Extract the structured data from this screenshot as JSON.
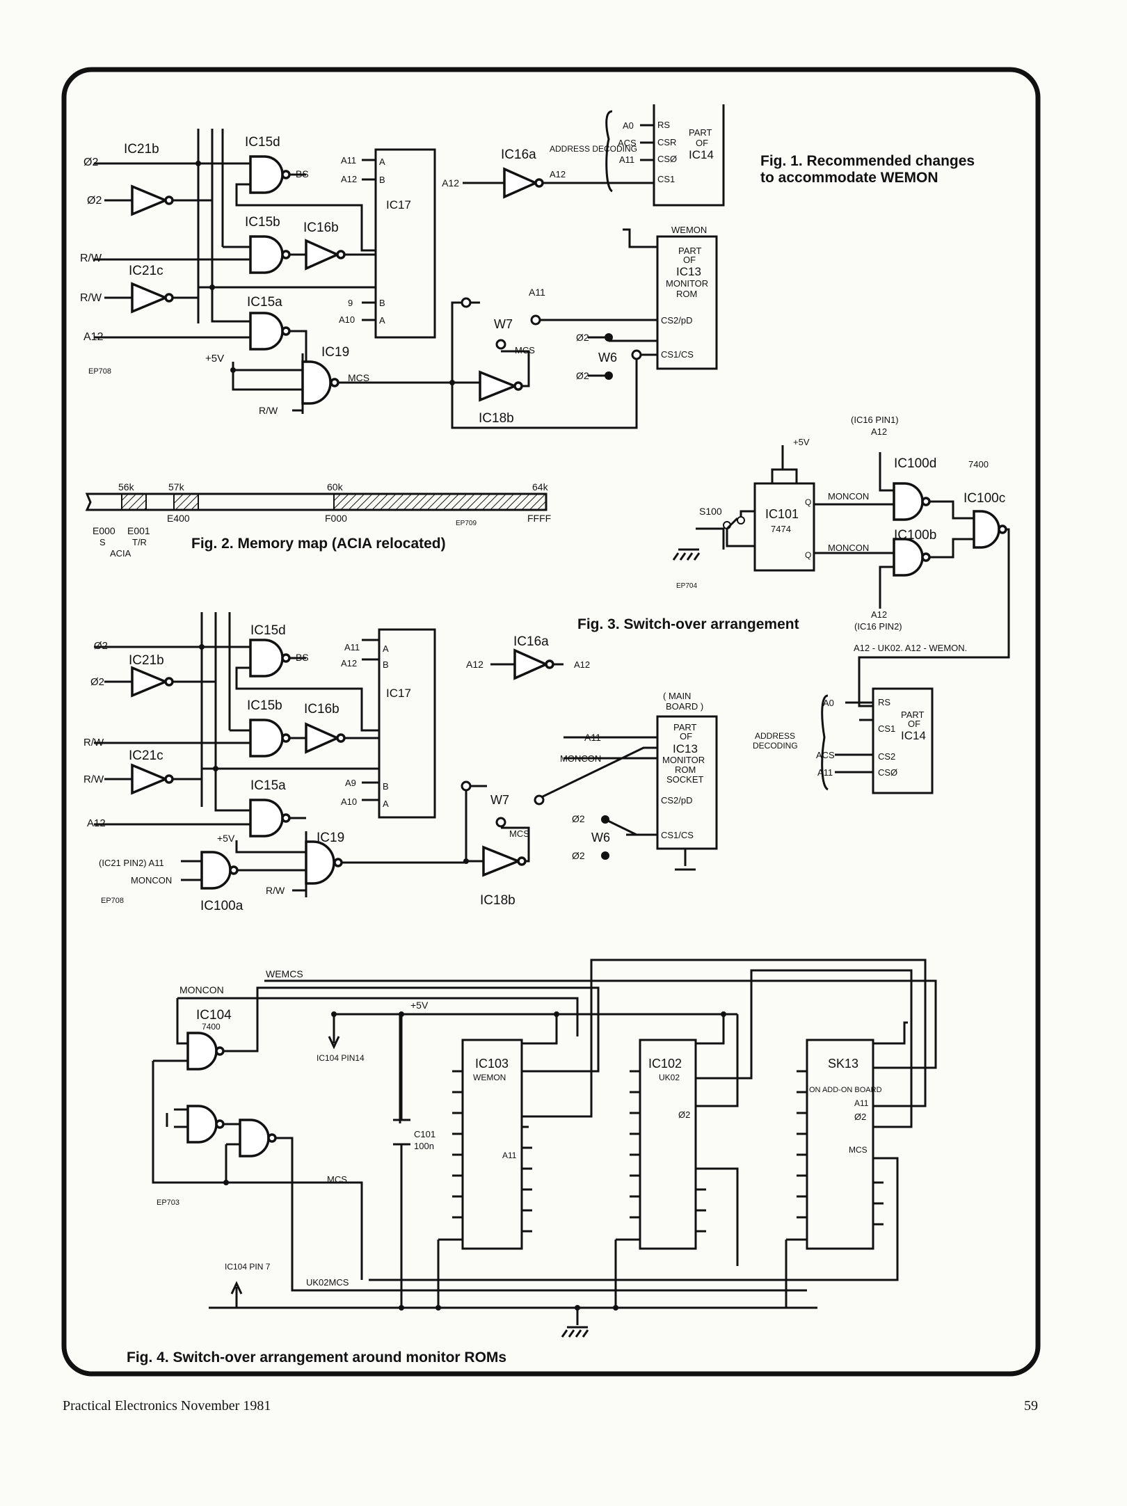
{
  "captions": {
    "fig1_line1": "Fig. 1. Recommended changes",
    "fig1_line2": "to accommodate WEMON",
    "fig2": "Fig. 2. Memory map (ACIA relocated)",
    "fig3": "Fig. 3. Switch-over arrangement",
    "fig4": "Fig. 4. Switch-over arrangement around monitor ROMs"
  },
  "footer": {
    "left": "Practical Electronics   November 1981",
    "page": "59"
  },
  "fig1": {
    "id": "EP708",
    "gates": {
      "g1": "IC15d",
      "g2": "IC21b",
      "g3": "IC15b",
      "g4": "IC16b",
      "g5": "IC21c",
      "g6": "IC15a",
      "g7": "IC19",
      "g8": "IC16a",
      "g9": "IC18b"
    },
    "signals": {
      "phi2n": "Ø2",
      "phi2": "Ø2",
      "rwn": "R/W",
      "rw": "R/W",
      "a12n": "A12",
      "a12": "A12",
      "bs": "BS",
      "vcc": "+5V",
      "mcs": "MCS",
      "a11": "A11"
    },
    "ic17": {
      "name": "IC17",
      "p1": "A11",
      "p2": "A12",
      "p3": "A",
      "p4": "B",
      "p5": "B",
      "p6": "A",
      "p7": "9",
      "p8": "A10"
    },
    "ic14": {
      "name": "IC14",
      "part": "PART",
      "of": "OF",
      "pins": [
        "RS",
        "CSR",
        "CSØ",
        "CS1"
      ],
      "in": [
        "A0",
        "ACS",
        "A11"
      ],
      "decoding": "ADDRESS DECODING"
    },
    "ic13": {
      "name": "IC13",
      "tag": "WEMON",
      "desc": [
        "PART",
        "OF",
        "IC13",
        "MONITOR",
        "ROM"
      ],
      "pins": [
        "CS2/pD",
        "CS1/CS"
      ]
    },
    "links": {
      "w7": "W7",
      "w6": "W6"
    }
  },
  "fig2": {
    "id": "EP709",
    "top": [
      "56k",
      "57k",
      "60k",
      "64k"
    ],
    "bottom": [
      "E000",
      "E001",
      "E400",
      "F000",
      "FFFF"
    ],
    "under": [
      "S",
      "T/R",
      "ACIA"
    ]
  },
  "fig3": {
    "id": "EP704",
    "switch": "S100",
    "ic101": {
      "name": "IC101",
      "type": "7474"
    },
    "gates": {
      "a": "IC100d",
      "type": "7400",
      "b": "IC100b",
      "c": "IC100c"
    },
    "signals": {
      "moncon": "MONCON",
      "monconn": "MONCON",
      "a12top": "A12",
      "a12bot": "A12",
      "note_top": "(IC16 PIN1)",
      "note_bot": "(IC16 PIN2)",
      "vcc": "+5V",
      "q": "Q",
      "qn": "Q"
    },
    "result": "A12 - UK02.  A12 - WEMON."
  },
  "fig1b": {
    "id": "EP708",
    "gates": [
      "IC15d",
      "IC21b",
      "IC15b",
      "IC16b",
      "IC21c",
      "IC15a",
      "IC19",
      "IC16a",
      "IC18b",
      "IC100a"
    ],
    "signals": {
      "a9": "A9",
      "a10": "A10",
      "ic21": "(IC21 PIN2) A11",
      "moncon": "MONCON",
      "monconn": "MONCON",
      "a11": "A11"
    },
    "ic13": {
      "main": "( MAIN",
      "board": "BOARD )",
      "desc": [
        "PART",
        "OF",
        "IC13",
        "MONITOR",
        "ROM",
        "SOCKET"
      ],
      "pins": [
        "CS2/pD",
        "CS1/CS"
      ]
    },
    "ic14": {
      "pins": [
        "RS",
        "CS1",
        "CS2",
        "CSØ"
      ],
      "in": [
        "A0",
        "ACS",
        "A11"
      ],
      "decoding": [
        "ADDRESS",
        "DECODING"
      ]
    }
  },
  "fig4": {
    "id": "EP703",
    "ic104": {
      "name": "IC104",
      "type": "7400",
      "pin14": "IC104 PIN14",
      "pin7": "IC104 PIN 7"
    },
    "signals": {
      "moncon": "MONCON",
      "wemcs": "WEMCS",
      "mcs": "MCS",
      "uk02mcs": "UK02MCS",
      "vcc": "+5V"
    },
    "cap": {
      "name": "C101",
      "value": "100n"
    },
    "ics": [
      {
        "name": "IC103",
        "sub": "WEMON",
        "pin": "A11"
      },
      {
        "name": "IC102",
        "sub": "UK02",
        "pin": "Ø2"
      },
      {
        "name": "SK13",
        "sub": "ON ADD-ON BOARD",
        "pin": "A11",
        "pin2": "Ø2",
        "pin3": "MCS"
      }
    ]
  }
}
